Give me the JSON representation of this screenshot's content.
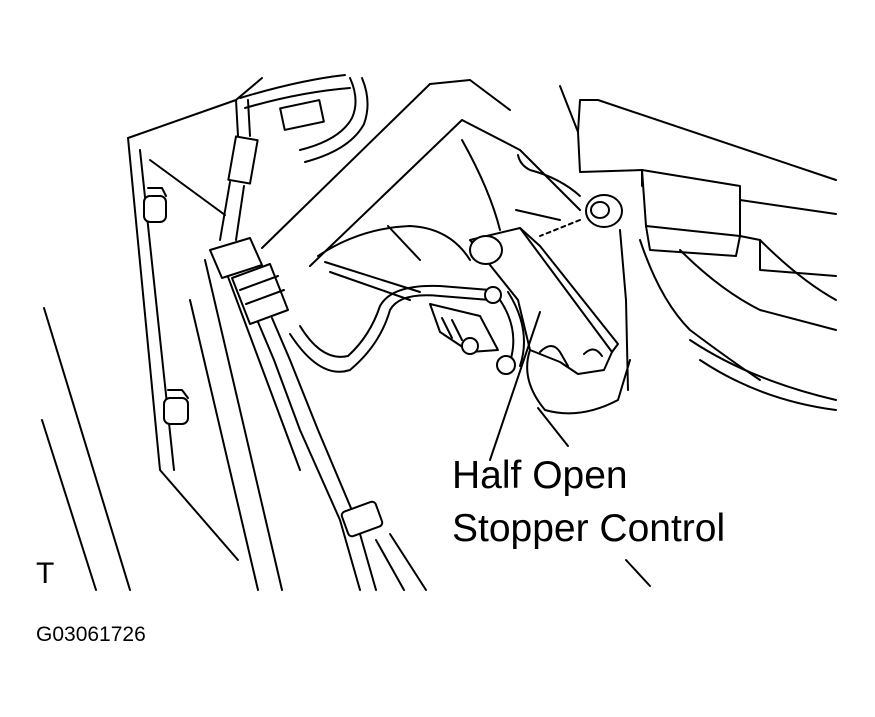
{
  "labels": {
    "callout_line1": "Half Open",
    "callout_line2": "Stopper Control",
    "view_mark": "T",
    "figure_id": "G03061726"
  },
  "colors": {
    "ink": "#000000",
    "paper": "#ffffff"
  }
}
